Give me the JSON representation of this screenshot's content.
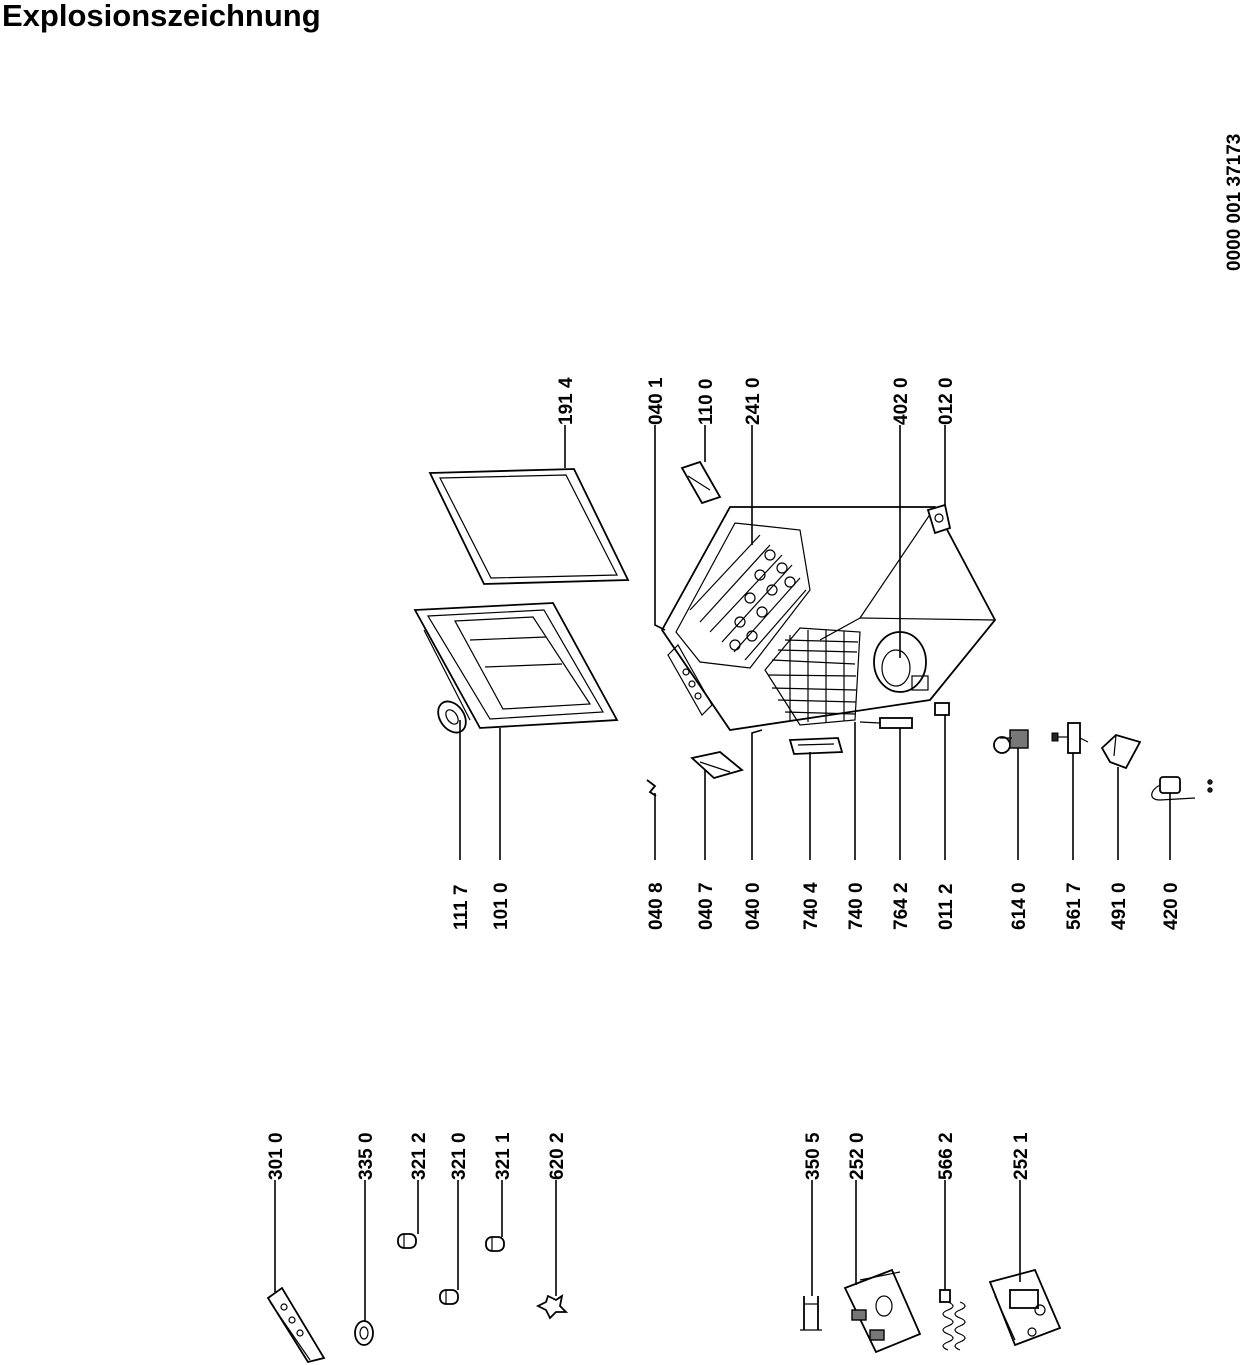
{
  "title": "Explosionszeichnung",
  "drawing_number": "0000 001 37173",
  "parts": [
    {
      "id": "191-4",
      "label": "191 4"
    },
    {
      "id": "040-1",
      "label": "040 1"
    },
    {
      "id": "110-0",
      "label": "110 0"
    },
    {
      "id": "241-0",
      "label": "241 0"
    },
    {
      "id": "402-0",
      "label": "402 0"
    },
    {
      "id": "012-0",
      "label": "012 0"
    },
    {
      "id": "111-7",
      "label": "111 7"
    },
    {
      "id": "101-0",
      "label": "101 0"
    },
    {
      "id": "040-8",
      "label": "040 8"
    },
    {
      "id": "040-7",
      "label": "040 7"
    },
    {
      "id": "040-0",
      "label": "040 0"
    },
    {
      "id": "740-4",
      "label": "740 4"
    },
    {
      "id": "740-0",
      "label": "740 0"
    },
    {
      "id": "764-2",
      "label": "764 2"
    },
    {
      "id": "011-2",
      "label": "011 2"
    },
    {
      "id": "614-0",
      "label": "614 0"
    },
    {
      "id": "561-7",
      "label": "561 7"
    },
    {
      "id": "491-0",
      "label": "491 0"
    },
    {
      "id": "420-0",
      "label": "420 0"
    },
    {
      "id": "301-0",
      "label": "301 0"
    },
    {
      "id": "335-0",
      "label": "335 0"
    },
    {
      "id": "321-2",
      "label": "321 2"
    },
    {
      "id": "321-0",
      "label": "321 0"
    },
    {
      "id": "321-1",
      "label": "321 1"
    },
    {
      "id": "620-2",
      "label": "620 2"
    },
    {
      "id": "350-5",
      "label": "350 5"
    },
    {
      "id": "252-0",
      "label": "252 0"
    },
    {
      "id": "566-2",
      "label": "566 2"
    },
    {
      "id": "252-1",
      "label": "252 1"
    }
  ]
}
